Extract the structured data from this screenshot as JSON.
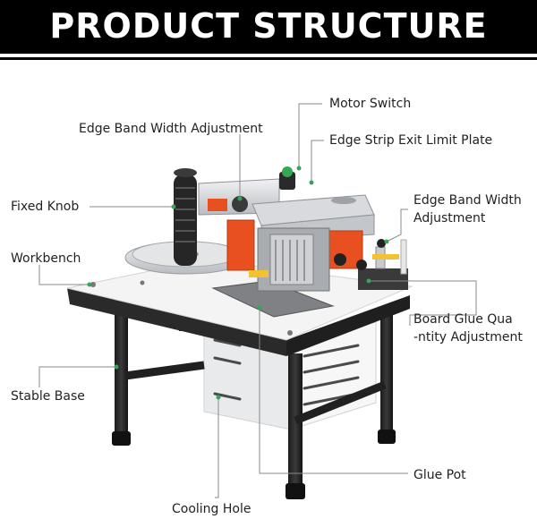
{
  "title": "PRODUCT STRUCTURE",
  "labels": {
    "motor_switch": "Motor Switch",
    "edge_band_width_adjustment_left": "Edge Band Width Adjustment",
    "edge_strip_exit_limit_plate": "Edge Strip Exit Limit Plate",
    "fixed_knob": "Fixed Knob",
    "edge_band_width_adjustment_right_line1": "Edge Band Width",
    "edge_band_width_adjustment_right_line2": "Adjustment",
    "workbench": "Workbench",
    "board_glue_quantity_line1": "Board Glue Qua",
    "board_glue_quantity_line2": "-ntity Adjustment",
    "stable_base": "Stable Base",
    "glue_pot": "Glue Pot",
    "cooling_hole": "Cooling Hole"
  },
  "colors": {
    "banner": "#000000",
    "machine_orange": "#e8501f",
    "leader_line": "#888888",
    "leader_dot": "#3aa35a",
    "metal": "#d7d9dc",
    "frame": "#2b2b2b"
  }
}
